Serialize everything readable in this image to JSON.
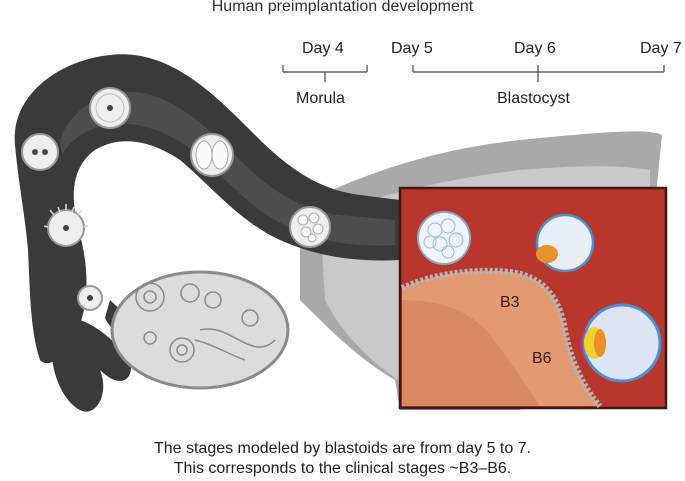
{
  "title": "Human preimplantation development",
  "timeline": {
    "days": [
      "Day 4",
      "Day 5",
      "Day 6",
      "Day 7"
    ],
    "stages": [
      "Morula",
      "Blastocyst"
    ]
  },
  "inset": {
    "labels": [
      "B3",
      "B6"
    ]
  },
  "caption": {
    "line1": "The stages modeled by blastoids are from day 5 to 7.",
    "line2": "This corresponds to the clinical stages ~B3–B6."
  },
  "colors": {
    "uterus_tissue": "#b8362b",
    "tube_dark": "#3d3d3d",
    "tube_light": "#9a9a9a",
    "ovary": "#dcdcdc",
    "trophectoderm": "#4a8fd0",
    "inner_cell_mass": "#e8902a",
    "epiblast": "#f2d22a"
  }
}
